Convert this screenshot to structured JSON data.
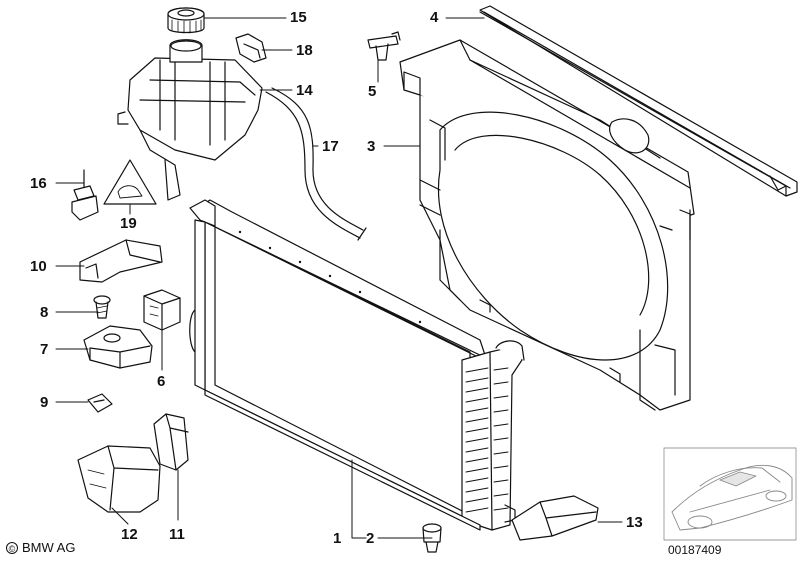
{
  "callouts": {
    "c1": "1",
    "c2": "2",
    "c3": "3",
    "c4": "4",
    "c5": "5",
    "c6": "6",
    "c7": "7",
    "c8": "8",
    "c9": "9",
    "c10": "10",
    "c11": "11",
    "c12": "12",
    "c13": "13",
    "c14": "14",
    "c15": "15",
    "c16": "16",
    "c17": "17",
    "c18": "18",
    "c19": "19"
  },
  "footer": {
    "copyright_symbol": "©",
    "brand": "BMW AG",
    "diagram_number": "00187409"
  },
  "colors": {
    "line": "#111111",
    "part_fill": "#ffffff",
    "shade": "#e6e6e6",
    "inset_line": "#888888"
  }
}
